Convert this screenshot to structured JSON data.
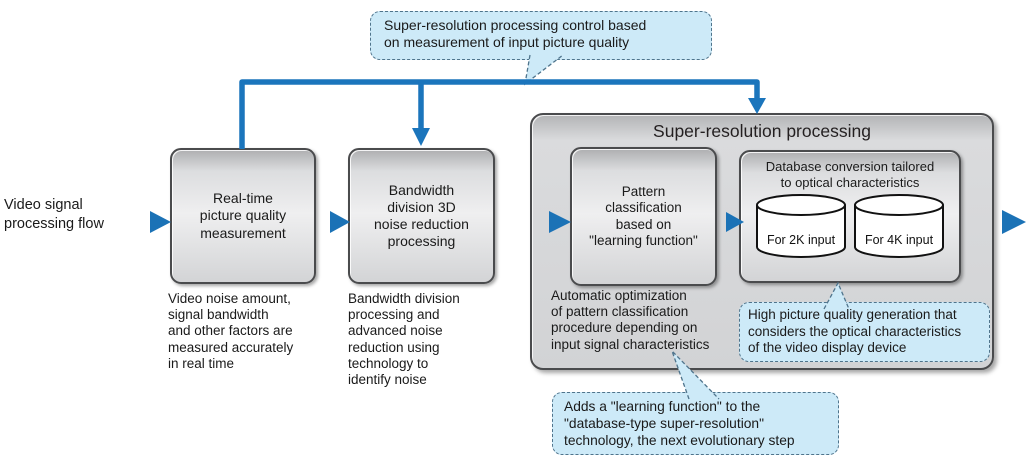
{
  "diagram": {
    "flow_label": "Video signal\nprocessing flow",
    "top_callout": "Super-resolution processing control based\non measurement of input picture quality",
    "stages": {
      "realtime_measurement": {
        "label": "Real-time\npicture quality\nmeasurement",
        "note": "Video noise amount,\nsignal bandwidth\nand other factors are\nmeasured accurately\nin real time"
      },
      "noise_reduction": {
        "label": "Bandwidth\ndivision 3D\nnoise reduction\nprocessing",
        "note": "Bandwidth division\nprocessing and\nadvanced noise\nreduction using\ntechnology to\nidentify noise"
      }
    },
    "super_resolution": {
      "title": "Super-resolution processing",
      "pattern_classification": {
        "label": "Pattern\nclassification\nbased on\n\"learning function\"",
        "note": "Automatic optimization\nof pattern classification\nprocedure depending on\ninput signal characteristics"
      },
      "database_conversion": {
        "title": "Database conversion tailored\nto optical characteristics",
        "cylinders": [
          "For 2K input",
          "For 4K input"
        ]
      }
    },
    "callouts": {
      "high_quality": "High picture quality generation that\nconsiders the optical characteristics\nof the video display device",
      "learning": "Adds a \"learning function\" to the\n\"database-type super-resolution\"\ntechnology, the next evolutionary step"
    },
    "colors": {
      "arrow_blue": "#1b75bc",
      "arrow_gradient_light": "#8abbe0",
      "callout_fill": "#cdeaf8",
      "callout_border": "#4f748c",
      "box_border": "#4a4b4d",
      "text": "#1a1a1a"
    }
  }
}
